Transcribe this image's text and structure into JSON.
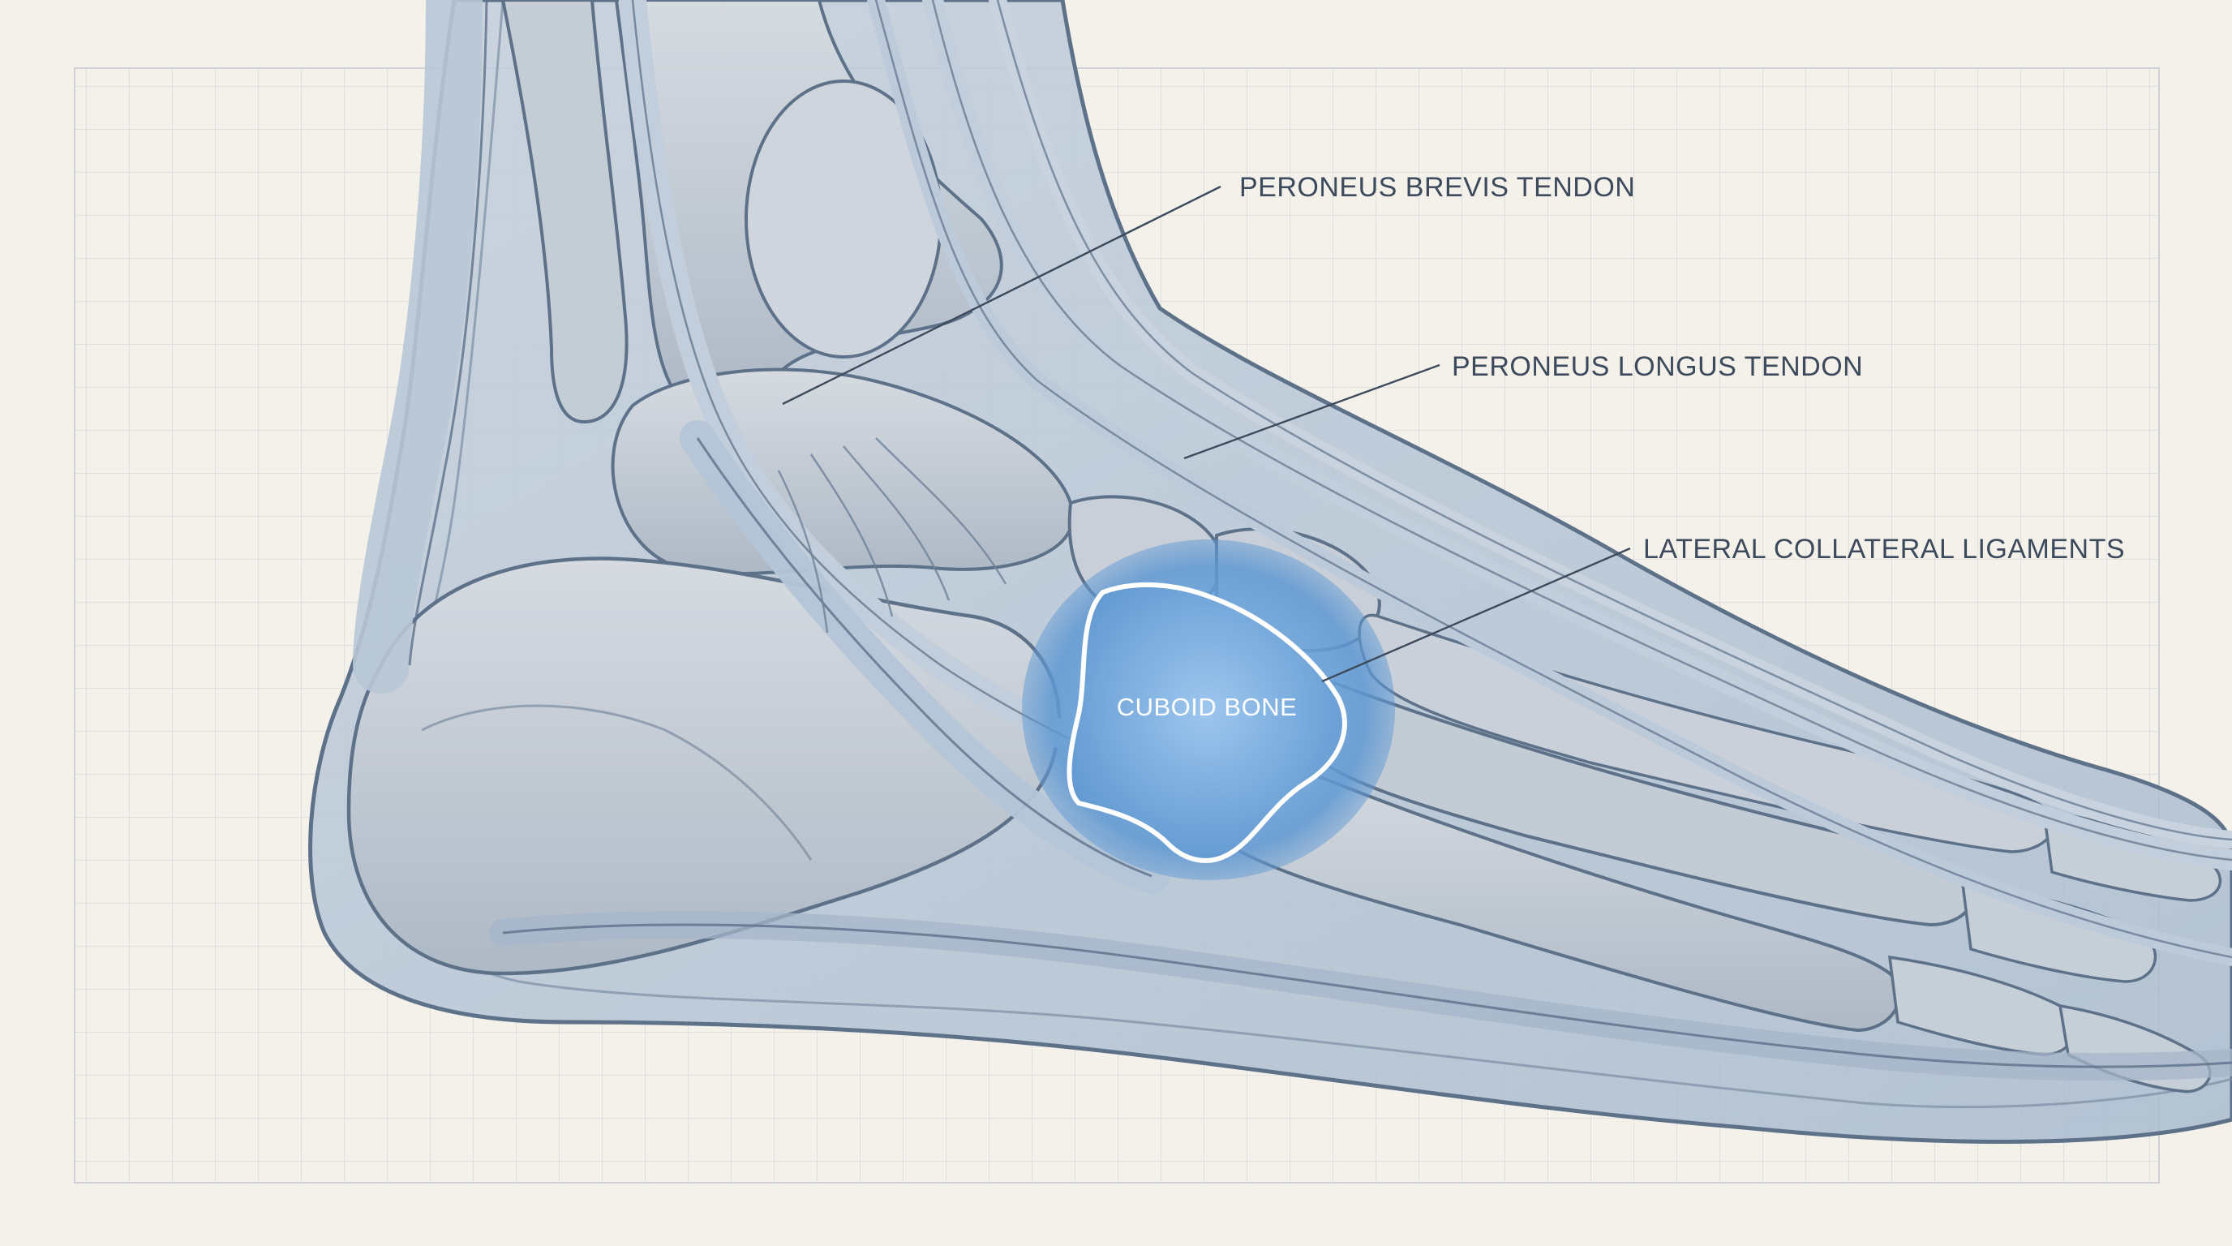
{
  "diagram": {
    "labels": {
      "peroneus_brevis": "PERONEUS BREVIS TENDON",
      "peroneus_longus": "PERONEUS LONGUS TENDON",
      "lateral_collateral": "LATERAL COLLATERAL LIGAMENTS",
      "cuboid": "CUBOID BONE"
    }
  },
  "colors": {
    "paper": "#f3f1ea",
    "grid": "#d9dbdd",
    "skin": "#b6c5d6",
    "bone": "#c9cfd7",
    "tendon": "#c6d2df",
    "outline": "#5d7189",
    "cuboid_highlight": "#6fa3d8",
    "label_text": "#3d4a5c"
  }
}
